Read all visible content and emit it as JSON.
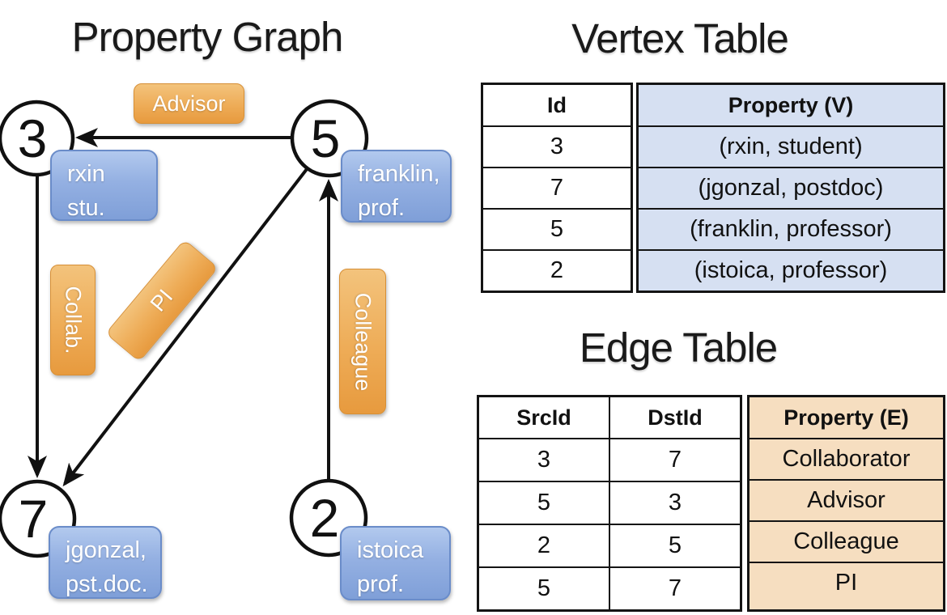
{
  "graph": {
    "title": "Property Graph",
    "nodes": [
      {
        "id": "3",
        "line1": "rxin",
        "line2": "stu."
      },
      {
        "id": "5",
        "line1": "franklin,",
        "line2": "prof."
      },
      {
        "id": "7",
        "line1": "jgonzal,",
        "line2": "pst.doc."
      },
      {
        "id": "2",
        "line1": "istoica",
        "line2": "prof."
      }
    ],
    "edge_labels": {
      "advisor": "Advisor",
      "collab": "Collab.",
      "pi": "PI",
      "colleague": "Colleague"
    }
  },
  "vertex_table": {
    "title": "Vertex Table",
    "headers": {
      "id": "Id",
      "property": "Property (V)"
    },
    "rows": [
      {
        "id": "3",
        "property": "(rxin, student)"
      },
      {
        "id": "7",
        "property": "(jgonzal, postdoc)"
      },
      {
        "id": "5",
        "property": "(franklin, professor)"
      },
      {
        "id": "2",
        "property": "(istoica, professor)"
      }
    ]
  },
  "edge_table": {
    "title": "Edge Table",
    "headers": {
      "src": "SrcId",
      "dst": "DstId",
      "property": "Property (E)"
    },
    "rows": [
      {
        "src": "3",
        "dst": "7",
        "property": "Collaborator"
      },
      {
        "src": "5",
        "dst": "3",
        "property": "Advisor"
      },
      {
        "src": "2",
        "dst": "5",
        "property": "Colleague"
      },
      {
        "src": "5",
        "dst": "7",
        "property": "PI"
      }
    ]
  },
  "colors": {
    "vertex_column_fill": "#d6e0f2",
    "edge_column_fill": "#f6dec0",
    "edge_label_orange": "#eeac57",
    "vertex_label_blue": "#94b0e2",
    "line_black": "#141414"
  }
}
